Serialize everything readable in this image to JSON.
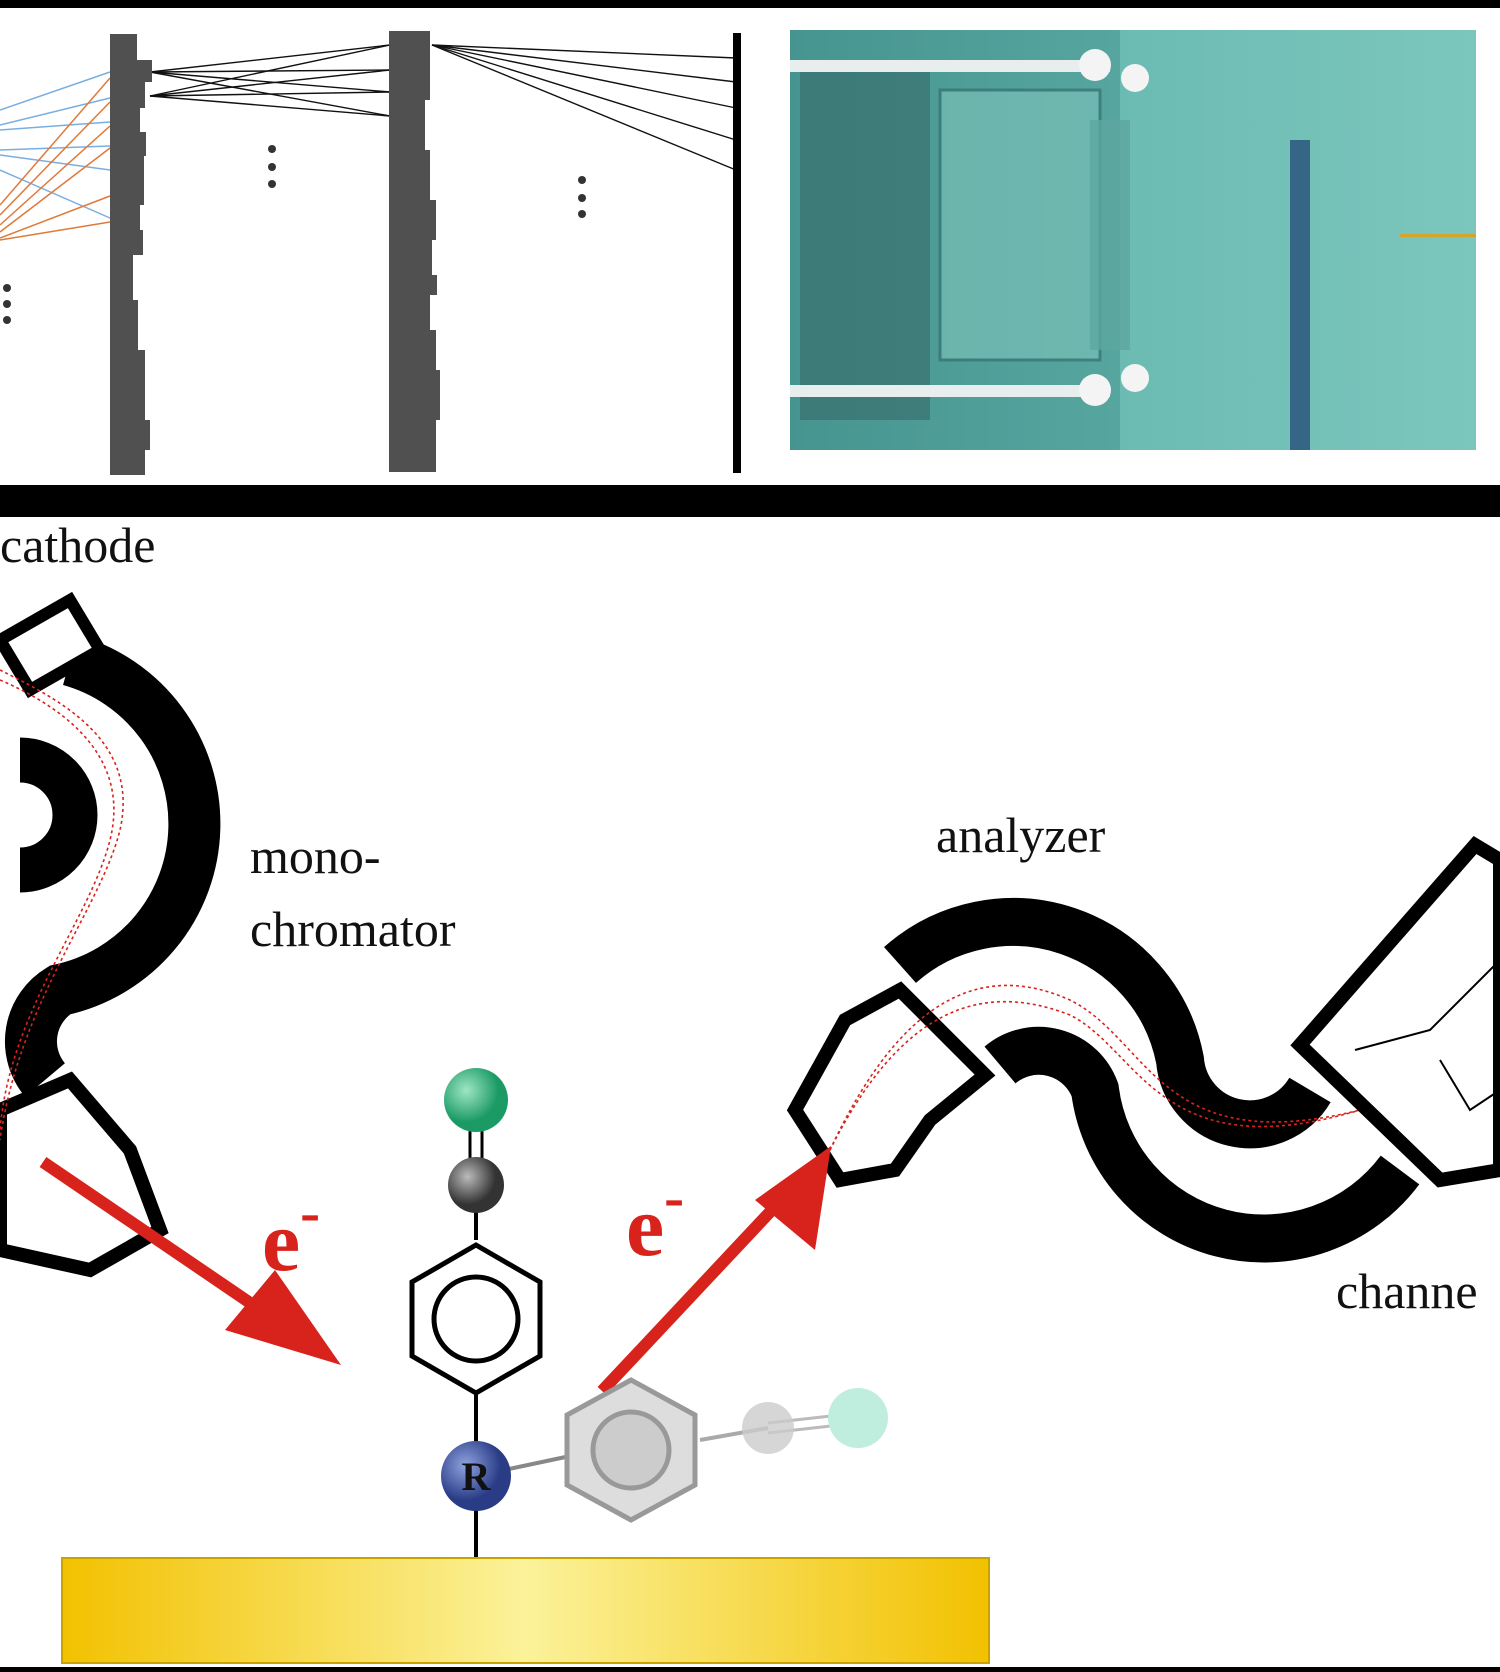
{
  "top_left_panel": {
    "colors": {
      "bar": "#505050",
      "blue_lines": "#7aaee0",
      "orange_lines": "#e07a3a"
    }
  },
  "top_right_panel": {
    "colors": {
      "water": "#5fb3ab"
    }
  },
  "bottom_panel": {
    "labels": {
      "cathode": "cathode",
      "mono_line1": "mono-",
      "mono_line2": "chromator",
      "analyzer": "analyzer",
      "channel": "channe",
      "electron_in": "e",
      "electron_out": "e",
      "electron_charge": "-",
      "r_group": "R"
    },
    "colors": {
      "arrow": "#d8231c",
      "substrate": "#f5c518",
      "r_atom": "#3a4f9a",
      "n_atom": "#1fa06a",
      "c_atom": "#555555"
    }
  }
}
